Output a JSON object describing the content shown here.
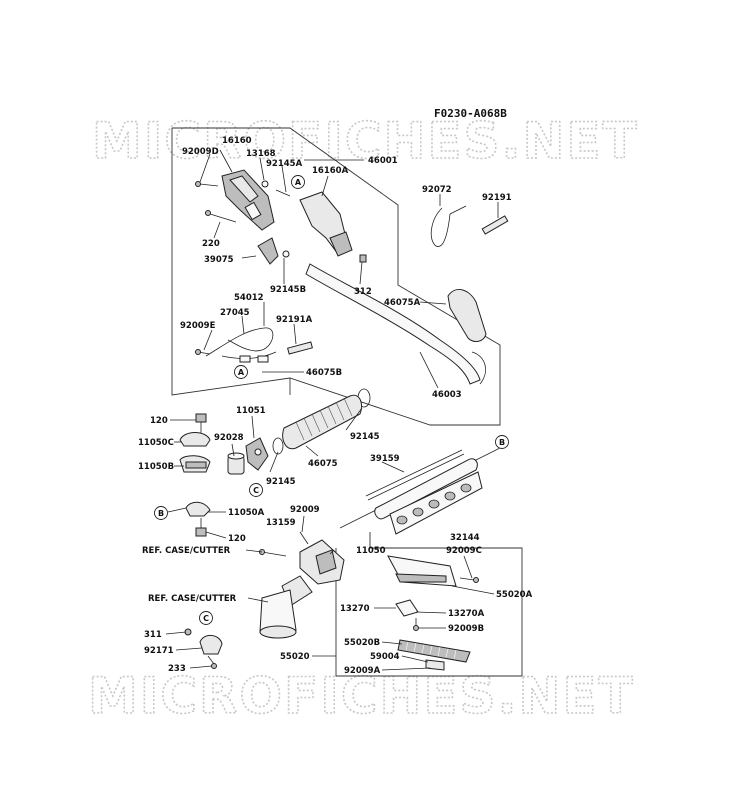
{
  "diagram_code": "F0230-A068B",
  "watermark": "MICROFICHES.NET",
  "callouts": [
    "A",
    "B",
    "C"
  ],
  "labels": [
    {
      "id": "l16160",
      "text": "16160"
    },
    {
      "id": "l92009D",
      "text": "92009D"
    },
    {
      "id": "l13168",
      "text": "13168"
    },
    {
      "id": "l92145A",
      "text": "92145A"
    },
    {
      "id": "l46001",
      "text": "46001"
    },
    {
      "id": "l16160A",
      "text": "16160A"
    },
    {
      "id": "l92072",
      "text": "92072"
    },
    {
      "id": "l92191",
      "text": "92191"
    },
    {
      "id": "l220",
      "text": "220"
    },
    {
      "id": "l39075",
      "text": "39075"
    },
    {
      "id": "l92145B",
      "text": "92145B"
    },
    {
      "id": "l312",
      "text": "312"
    },
    {
      "id": "l54012",
      "text": "54012"
    },
    {
      "id": "l46075A",
      "text": "46075A"
    },
    {
      "id": "l27045",
      "text": "27045"
    },
    {
      "id": "l92009E",
      "text": "92009E"
    },
    {
      "id": "l92191A",
      "text": "92191A"
    },
    {
      "id": "l46075B",
      "text": "46075B"
    },
    {
      "id": "l46003",
      "text": "46003"
    },
    {
      "id": "l120a",
      "text": "120"
    },
    {
      "id": "l11051",
      "text": "11051"
    },
    {
      "id": "l11050C",
      "text": "11050C"
    },
    {
      "id": "l92028",
      "text": "92028"
    },
    {
      "id": "l92145c",
      "text": "92145"
    },
    {
      "id": "l11050B",
      "text": "11050B"
    },
    {
      "id": "l46075",
      "text": "46075"
    },
    {
      "id": "l92145d",
      "text": "92145"
    },
    {
      "id": "l39159",
      "text": "39159"
    },
    {
      "id": "l11050A",
      "text": "11050A"
    },
    {
      "id": "l120b",
      "text": "120"
    },
    {
      "id": "l92009",
      "text": "92009"
    },
    {
      "id": "l32144",
      "text": "32144"
    },
    {
      "id": "l13159",
      "text": "13159"
    },
    {
      "id": "lref1",
      "text": "REF. CASE/CUTTER"
    },
    {
      "id": "l11050",
      "text": "11050"
    },
    {
      "id": "l92009C",
      "text": "92009C"
    },
    {
      "id": "lref2",
      "text": "REF. CASE/CUTTER"
    },
    {
      "id": "l55020A",
      "text": "55020A"
    },
    {
      "id": "l13270",
      "text": "13270"
    },
    {
      "id": "l13270A",
      "text": "13270A"
    },
    {
      "id": "l92009B",
      "text": "92009B"
    },
    {
      "id": "l311",
      "text": "311"
    },
    {
      "id": "l55020B",
      "text": "55020B"
    },
    {
      "id": "l92171",
      "text": "92171"
    },
    {
      "id": "l55020",
      "text": "55020"
    },
    {
      "id": "l59004",
      "text": "59004"
    },
    {
      "id": "l233",
      "text": "233"
    },
    {
      "id": "l92009A",
      "text": "92009A"
    }
  ]
}
